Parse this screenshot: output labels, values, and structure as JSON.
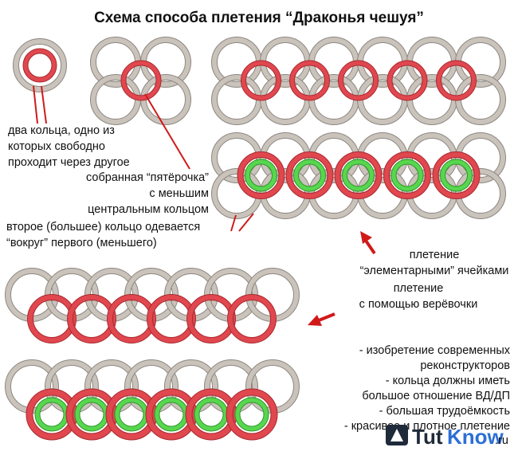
{
  "title": "Схема способа плетения “Драконья чешуя”",
  "labels": {
    "two_rings": [
      "два кольца, одно из",
      "которых свободно",
      "проходит через другое"
    ],
    "five": [
      "собранная “пятёрочка”",
      "с меньшим",
      "центральным кольцом"
    ],
    "second_ring": [
      "второе (большее) кольцо одевается",
      "“вокруг” первого (меньшего)"
    ],
    "elementary": [
      "плетение",
      "“элементарными” ячейками"
    ],
    "rope": [
      "плетение",
      "с помощью верёвочки"
    ],
    "notes": [
      "- изобретение современных",
      "реконструкторов",
      "- кольца должны иметь",
      "большое отношение ВД/ДП",
      "- большая трудоёмкость",
      "- красивое и плотное плетение"
    ]
  },
  "watermark": {
    "brand_a": "Tut",
    "brand_b": "Know",
    "suffix": ".ru"
  },
  "colors": {
    "silver": "#c9c3bb",
    "silver_edge": "#8d8780",
    "red": "#e0474e",
    "green": "#58d64f",
    "arrow": "#d01a1a",
    "brand": "#2c6fd6"
  }
}
